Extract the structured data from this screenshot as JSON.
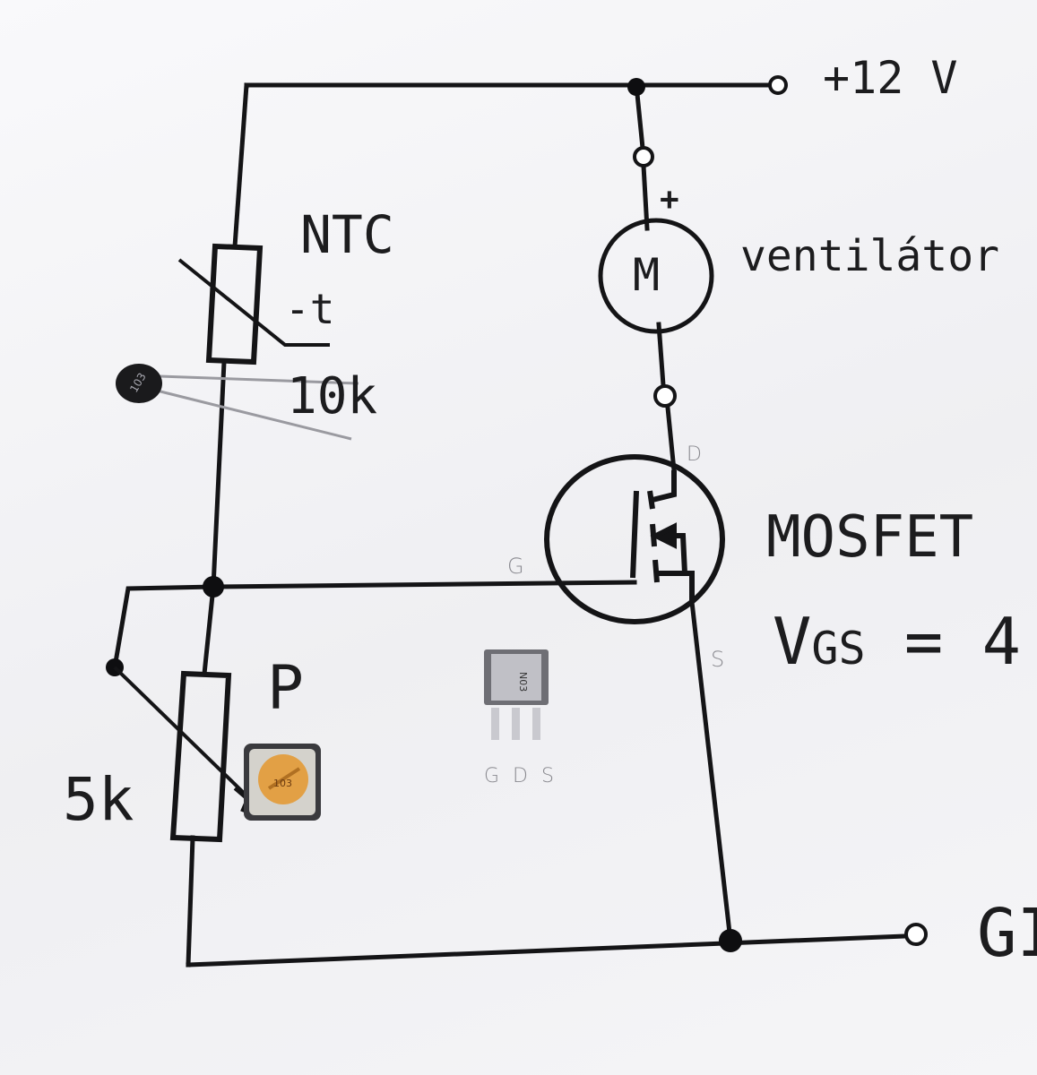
{
  "labels": {
    "supply": "+12 V",
    "plus": "+",
    "motor_letter": "M",
    "fan": "ventilátor",
    "ntc": "NTC",
    "ntc_temp": "-t",
    "ntc_value": "10k",
    "pot": "P",
    "pot_value": "5k",
    "mosfet": "MOSFET",
    "vgs_main": "V",
    "vgs_sub": "GS",
    "vgs_rest": " = 4",
    "gnd": "GI"
  },
  "handwriting": {
    "drain": "D",
    "gate": "G",
    "source": "S",
    "pinout": "G D S"
  },
  "components": {
    "thermistor_marking": "103",
    "trimmer_marking": "103",
    "mosfet_marking": "N03"
  }
}
